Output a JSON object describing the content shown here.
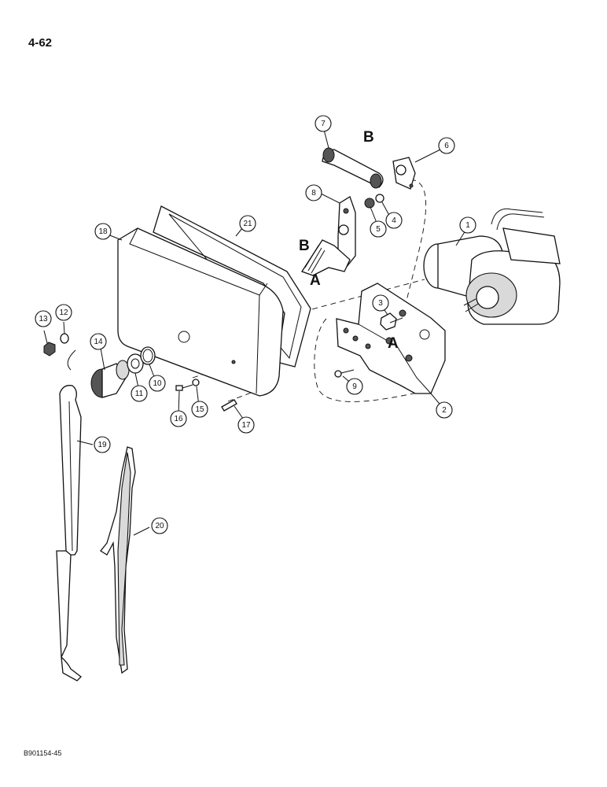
{
  "page": {
    "number": "4-62",
    "figure_code": "B901154-45"
  },
  "reference_letters": {
    "upper_b": "B",
    "middle_b": "B",
    "left_a": "A",
    "right_a": "A"
  },
  "callouts": [
    "1",
    "2",
    "3",
    "4",
    "5",
    "6",
    "7",
    "8",
    "9",
    "10",
    "11",
    "12",
    "13",
    "14",
    "15",
    "16",
    "17",
    "18",
    "19",
    "20",
    "21"
  ]
}
